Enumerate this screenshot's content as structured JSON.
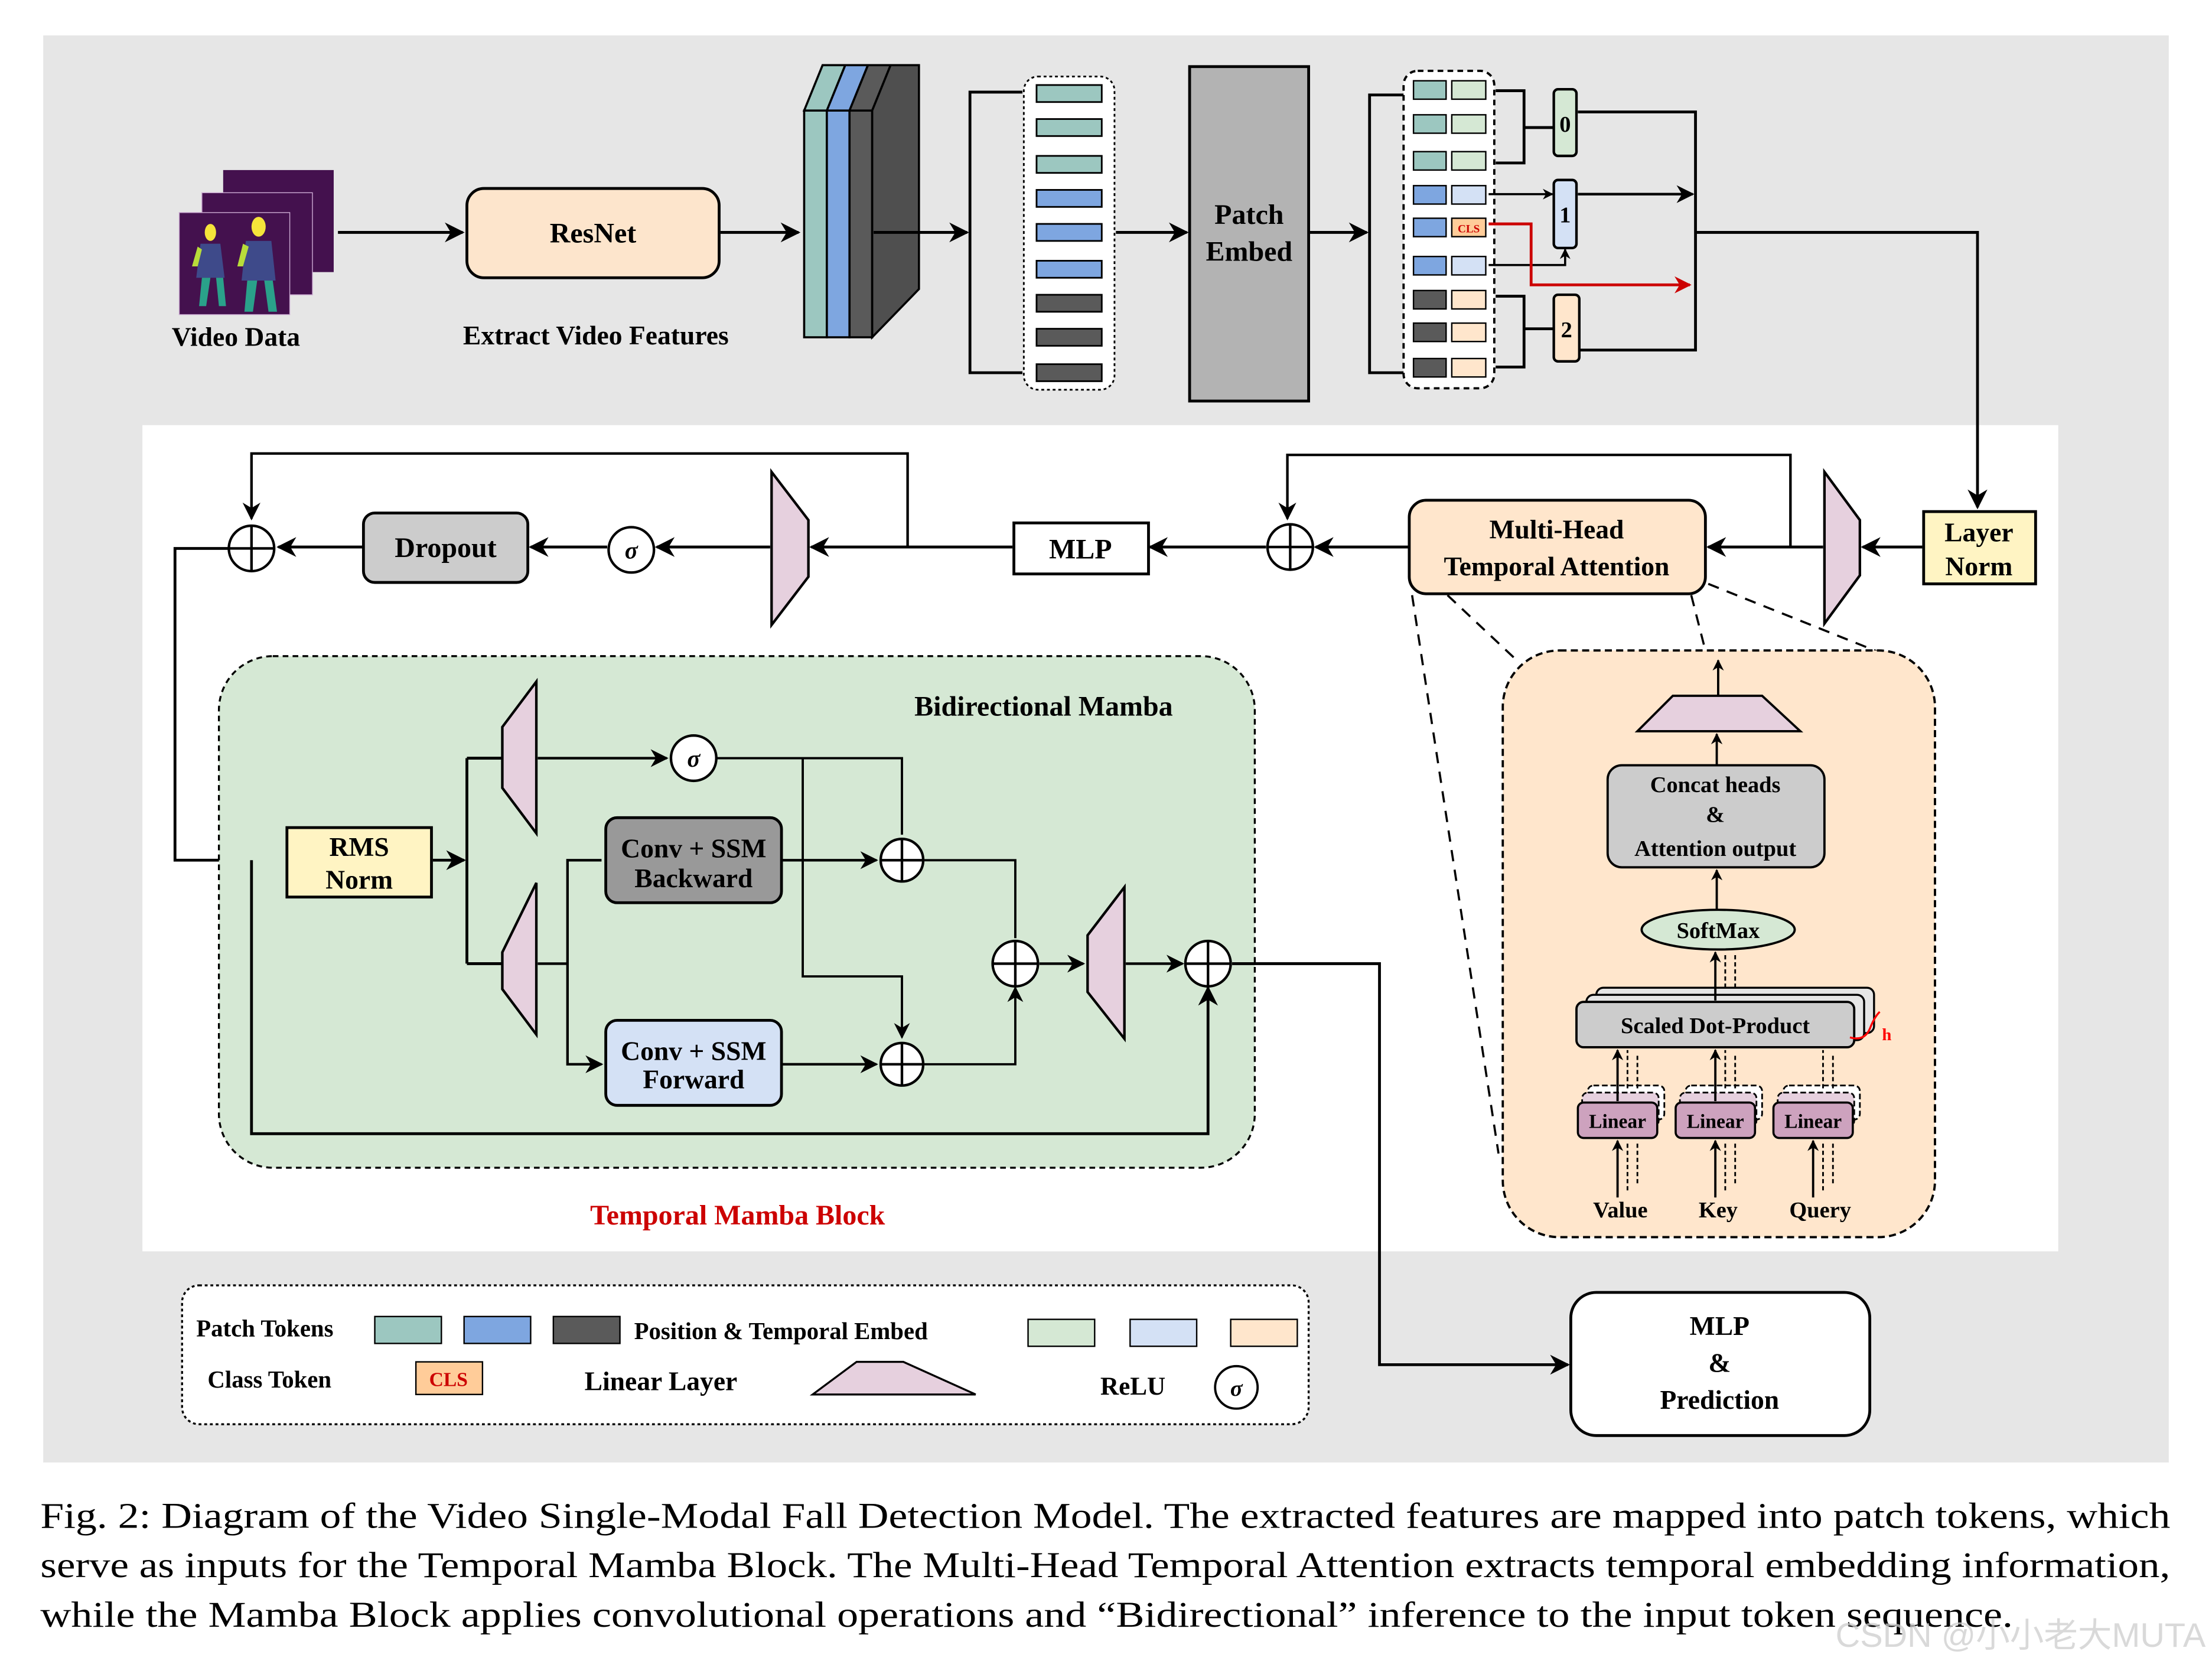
{
  "colors": {
    "outer_bg": "#e6e6e6",
    "block_bg": "#ffffff",
    "resnet_fill": "#fde5cc",
    "patch_embed_fill": "#b3b3b3",
    "token_teal": "#9cc7c0",
    "token_blue": "#7ea6e0",
    "token_dark": "#5a5a5a",
    "embed_green": "#d5e8d4",
    "embed_blue": "#d4e1f5",
    "embed_peach": "#ffe6cc",
    "cls_fill": "#ffcc99",
    "cls_text": "#cc0000",
    "linear_fill": "#e6d0de",
    "layer_norm_fill": "#fff4c3",
    "mamba_bg": "#d5e8d4",
    "attn_bg": "#ffe6cc",
    "conv_backward_fill": "#999999",
    "conv_forward_fill": "#d4e1f5",
    "dropout_fill": "#cccccc",
    "concat_fill": "#cccccc",
    "softmax_fill": "#d5e8d4",
    "attn_linear_fill": "#cda2be",
    "red_arrow": "#cc0000"
  },
  "input": {
    "video_label": "Video Data",
    "resnet_label": "ResNet",
    "extract_label": "Extract Video Features"
  },
  "patch_embed": {
    "line1": "Patch",
    "line2": "Embed"
  },
  "groups": {
    "g0": "0",
    "g1": "1",
    "g2": "2"
  },
  "cls_label": "CLS",
  "layer_norm": {
    "line1": "Layer",
    "line2": "Norm"
  },
  "attention": {
    "line1": "Multi-Head",
    "line2": "Temporal Attention",
    "concat_line1": "Concat heads",
    "concat_line2": "&",
    "concat_line3": "Attention output",
    "softmax": "SoftMax",
    "scaled_dot": "Scaled Dot-Product",
    "heads_symbol": "h",
    "linear": "Linear",
    "value": "Value",
    "key": "Key",
    "query": "Query"
  },
  "mlp_label": "MLP",
  "dropout_label": "Dropout",
  "sigma": "σ",
  "mamba": {
    "title": "Bidirectional Mamba",
    "rms_line1": "RMS",
    "rms_line2": "Norm",
    "backward_line1": "Conv + SSM",
    "backward_line2": "Backward",
    "forward_line1": "Conv + SSM",
    "forward_line2": "Forward"
  },
  "block_title": "Temporal Mamba Block",
  "prediction": {
    "line1": "MLP",
    "line2": "&",
    "line3": "Prediction"
  },
  "legend": {
    "patch_tokens": "Patch Tokens",
    "position_embed": "Position & Temporal Embed",
    "class_token": "Class Token",
    "cls": "CLS",
    "linear_layer": "Linear Layer",
    "relu": "ReLU",
    "sigma": "σ"
  },
  "caption": {
    "line1": "Fig. 2: Diagram of the Video Single-Modal Fall Detection Model. The extracted features are mapped into patch tokens, which",
    "line2": "serve as inputs for the Temporal Mamba Block. The Multi-Head Temporal Attention extracts temporal embedding information,",
    "line3": "while the Mamba Block applies convolutional operations and “Bidirectional” inference to the input token sequence."
  },
  "watermark": "CSDN @小小老大MUTA"
}
